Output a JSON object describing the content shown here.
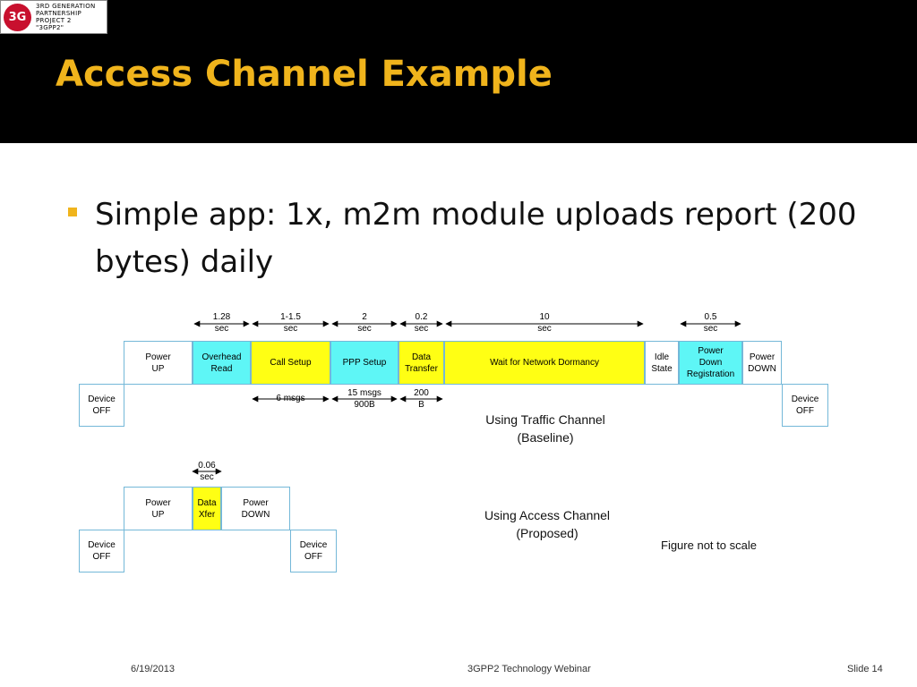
{
  "logo": {
    "mark": "3G",
    "lines": [
      "3rd Generation",
      "Partnership",
      "Project 2",
      "\"3GPP2\""
    ]
  },
  "title": "Access Channel Example",
  "bullet": "Simple app: 1x, m2m module uploads report (200 bytes) daily",
  "traffic": {
    "timing": [
      {
        "text": "1.28\nsec"
      },
      {
        "text": "1-1.5\nsec"
      },
      {
        "text": "2\nsec"
      },
      {
        "text": "0.2\nsec"
      },
      {
        "text": "10\nsec"
      },
      {
        "text": "0.5\nsec"
      }
    ],
    "phases": [
      {
        "label": "Power\nUP",
        "color": "white"
      },
      {
        "label": "Overhead\nRead",
        "color": "cyan"
      },
      {
        "label": "Call Setup",
        "color": "yellow"
      },
      {
        "label": "PPP Setup",
        "color": "cyan"
      },
      {
        "label": "Data\nTransfer",
        "color": "yellow"
      },
      {
        "label": "Wait for Network Dormancy",
        "color": "yellow"
      },
      {
        "label": "Idle\nState",
        "color": "white"
      },
      {
        "label": "Power\nDown\nRegistration",
        "color": "cyan"
      },
      {
        "label": "Power\nDOWN",
        "color": "white"
      }
    ],
    "device_off_left": "Device\nOFF",
    "device_off_right": "Device\nOFF",
    "messages": [
      {
        "text": "6 msgs"
      },
      {
        "text": "15 msgs\n900B"
      },
      {
        "text": "200\nB"
      }
    ],
    "caption": "Using Traffic Channel\n(Baseline)"
  },
  "access": {
    "timing": {
      "text": "0.06\nsec"
    },
    "phases": [
      {
        "label": "Power\nUP",
        "color": "white"
      },
      {
        "label": "Data\nXfer",
        "color": "yellow"
      },
      {
        "label": "Power\nDOWN",
        "color": "white"
      }
    ],
    "device_off_left": "Device\nOFF",
    "device_off_right": "Device\nOFF",
    "caption": "Using Access Channel\n(Proposed)"
  },
  "note": "Figure not to scale",
  "footer": {
    "date": "6/19/2013",
    "event": "3GPP2 Technology Webinar",
    "slide": "Slide 14"
  }
}
